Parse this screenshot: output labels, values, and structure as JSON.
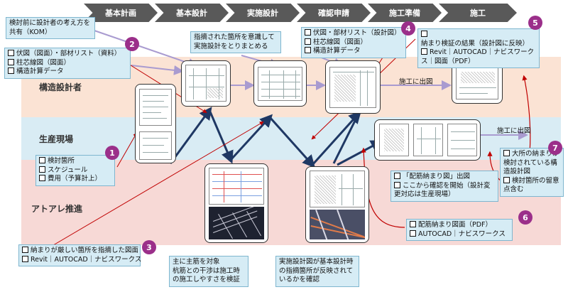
{
  "phases": [
    "基本計画",
    "基本設計",
    "実施設計",
    "確認申請",
    "施工準備",
    "施工"
  ],
  "lanes": {
    "structural": "構造設計者",
    "site": "生産現場",
    "atoare": "アトアレ推進"
  },
  "notes": {
    "n0": [
      "検討前に設計者の考え方を共有（KOM）"
    ],
    "n2": [
      "伏図（図面）・部材リスト（資料）",
      "柱芯線図（図面）",
      "構造計算データ"
    ],
    "n_mid": [
      "指摘された箇所を意識して実施設計をとりまとめる"
    ],
    "n4": [
      "伏図・部材リスト（設計図）",
      "柱芯線図（図面）",
      "構造計算データ"
    ],
    "n5": [
      "納まり検証の結果（設計図に反映）",
      "Revit｜AUTOCAD｜ナビスワークス｜図面（PDF）"
    ],
    "n1": [
      "検討箇所",
      "スケジュール",
      "費用（予算計上）"
    ],
    "n_site": [
      "「配筋納まり図」出図",
      "ここから確認を開始（設計変更対応は生産現場）"
    ],
    "n7": [
      "大所の納まりが検討されている構造設計図",
      "検討箇所の留意点含む"
    ],
    "n6": [
      "配筋納まり図面（PDF）",
      "AUTOCAD｜ナビスワークス"
    ],
    "n3": [
      "納まりが厳しい箇所を指摘した図面",
      "Revit｜AUTOCAD｜ナビスワークス"
    ],
    "n_rebar": [
      "主に主筋を対象",
      "杭筋との干渉は施工時の施工しやすさを検証"
    ],
    "n_check": [
      "実施設計図が基本設計時の指摘箇所が反映されているかを確認"
    ]
  },
  "numbers": [
    "1",
    "2",
    "3",
    "4",
    "5",
    "6",
    "7"
  ],
  "labels": {
    "issue_to_construction_1": "施工に出図",
    "issue_to_construction_2": "施工に出図"
  },
  "colors": {
    "phase": "#595959",
    "lane_structural": "#fbe3d4",
    "lane_site": "#d9ecf4",
    "lane_atoare": "#f7d9d6",
    "note_fill": "#d6ecf5",
    "badge": "#9b2f8a",
    "arrow_blue": "#1f3864",
    "arrow_red": "#c00000",
    "arrow_purple": "#9b8fc7"
  }
}
